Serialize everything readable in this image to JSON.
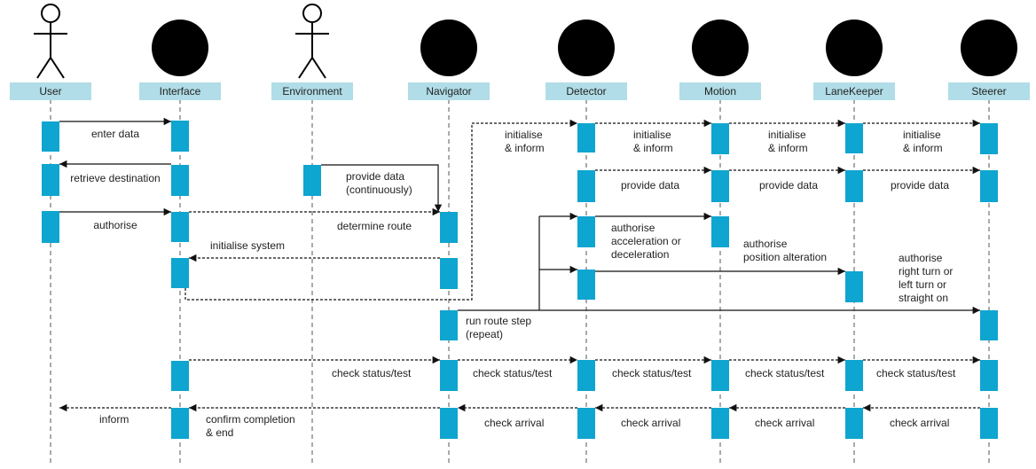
{
  "participants": [
    {
      "id": "user",
      "name": "User",
      "kind": "actor"
    },
    {
      "id": "interface",
      "name": "Interface",
      "kind": "component"
    },
    {
      "id": "environment",
      "name": "Environment",
      "kind": "actor"
    },
    {
      "id": "navigator",
      "name": "Navigator",
      "kind": "component"
    },
    {
      "id": "detector",
      "name": "Detector",
      "kind": "component"
    },
    {
      "id": "motion",
      "name": "Motion",
      "kind": "component"
    },
    {
      "id": "lanekeeper",
      "name": "LaneKeeper",
      "kind": "component"
    },
    {
      "id": "steerer",
      "name": "Steerer",
      "kind": "component"
    }
  ],
  "messages": {
    "enter_data": "enter data",
    "retrieve_destination": "retrieve destination",
    "authorise": "authorise",
    "provide_data_cont": [
      "provide data",
      "(continuously)"
    ],
    "determine_route": "determine route",
    "initialise_system": "initialise system",
    "initialise_inform": [
      "initialise",
      "& inform"
    ],
    "provide_data": "provide data",
    "authorise_accel": [
      "authorise",
      "acceleration or",
      "deceleration"
    ],
    "authorise_position": [
      "authorise",
      "position alteration"
    ],
    "authorise_turn": [
      "authorise",
      "right turn or",
      "left turn or",
      "straight on"
    ],
    "run_route_step": [
      "run route step",
      "(repeat)"
    ],
    "check_status_test": "check status/test",
    "check_arrival": "check arrival",
    "inform": "inform",
    "confirm_completion": [
      "confirm completion",
      "& end"
    ]
  },
  "colors": {
    "activation": "#0ea5d0",
    "header_box": "#b0dde7",
    "line": "#111111",
    "head_fill": "#000000"
  },
  "icons": {
    "actor": "stick-figure-icon",
    "component": "filled-circle-icon"
  }
}
